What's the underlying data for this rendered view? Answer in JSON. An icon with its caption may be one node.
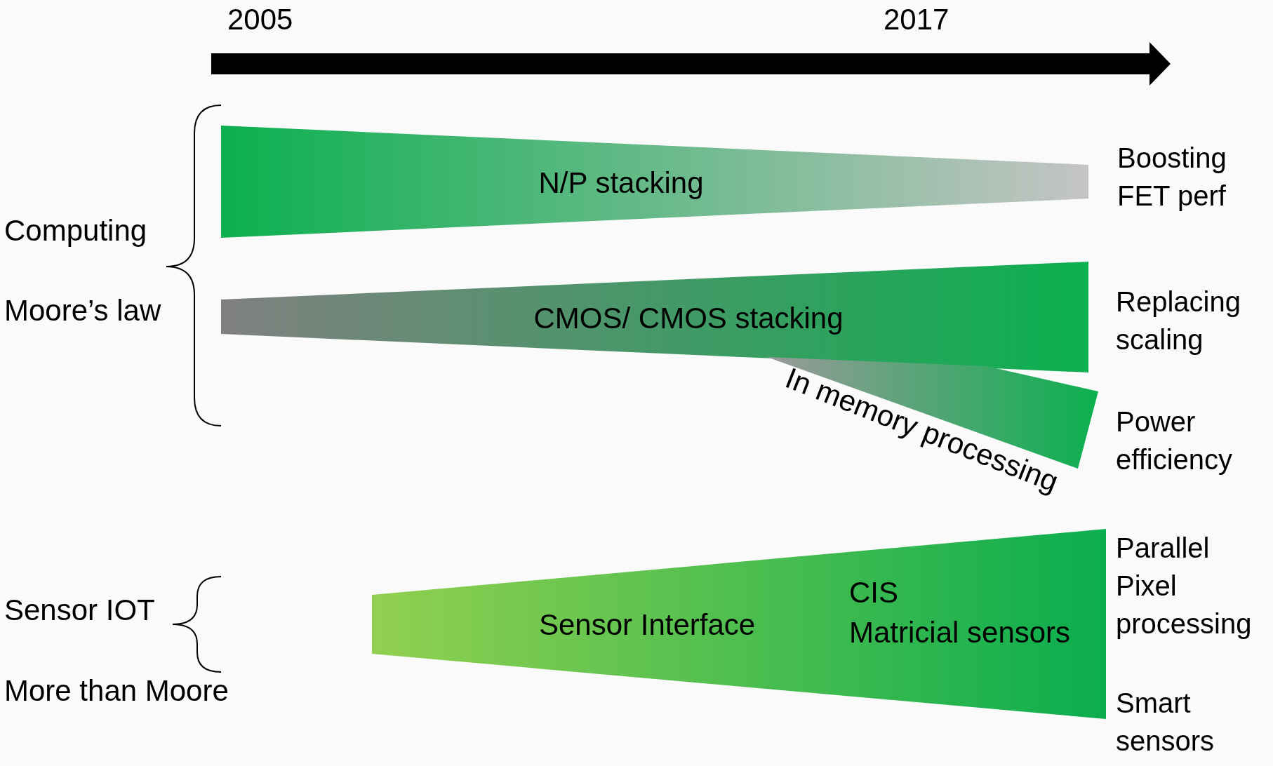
{
  "diagram": {
    "nodes": [
      {
        "text": [
          "N/P stacking"
        ],
        "beside": [
          "Boosting FET perf"
        ]
      },
      {
        "text": [
          "CMOS/ CMOS stacking"
        ],
        "beside": [
          "Replacing scaling"
        ]
      },
      {
        "text": [
          "In memory processing"
        ],
        "beside": [
          "Power efficiency"
        ]
      },
      {
        "text": [
          "Sensor Interface",
          "CIS",
          "Matricial sensors"
        ],
        "beside": [
          "Parallel Pixel processing",
          "Smart sensors"
        ]
      }
    ],
    "labels": [
      "2005",
      "2017",
      "Computing",
      "Moore’s law",
      "Sensor IOT",
      "More than Moore"
    ]
  }
}
